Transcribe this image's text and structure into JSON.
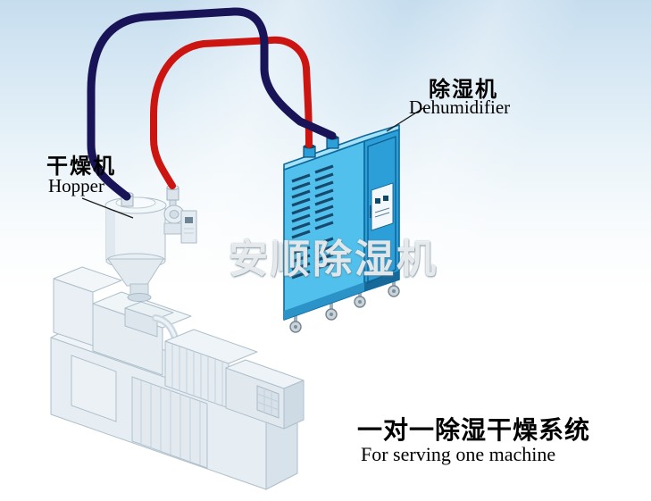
{
  "labels": {
    "hopper": {
      "cn": "干燥机",
      "en": "Hopper"
    },
    "dehumidifier": {
      "cn": "除湿机",
      "en": "Dehumidifier"
    }
  },
  "caption": {
    "cn": "一对一除湿干燥系统",
    "en": "For serving one machine"
  },
  "watermark": {
    "text": "安顺除湿机"
  },
  "colors": {
    "background_top": "#c6ddee",
    "dehumidifier_front": "#52c0ec",
    "dehumidifier_side": "#2d9fd8",
    "dehumidifier_top": "#a5e2f8",
    "dehumidifier_base": "#2b93c8",
    "dehumidifier_edge": "#0b6a9e",
    "vent_slat": "#16496d",
    "hose_navy": "#191357",
    "hose_red": "#cc1410",
    "equipment_top": "#f0f5f8",
    "equipment_front": "#e6edf2",
    "equipment_side": "#d7e1e9",
    "equipment_outline": "#aebfca",
    "label_text": "#000000"
  }
}
